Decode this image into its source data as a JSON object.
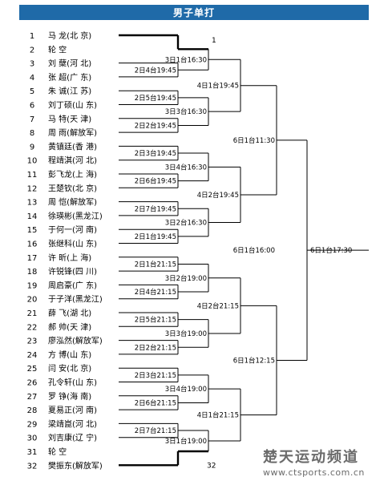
{
  "title": "男子单打",
  "players": [
    {
      "seed": "1",
      "name": "马  龙(北  京)"
    },
    {
      "seed": "2",
      "name": "轮  空"
    },
    {
      "seed": "3",
      "name": "刘  蘖(河  北)"
    },
    {
      "seed": "4",
      "name": "张  超(广  东)"
    },
    {
      "seed": "5",
      "name": "朱  诚(江  苏)"
    },
    {
      "seed": "6",
      "name": "刘丁硕(山  东)"
    },
    {
      "seed": "7",
      "name": "马  特(天  津)"
    },
    {
      "seed": "8",
      "name": "周  雨(解放军)"
    },
    {
      "seed": "9",
      "name": "黄镇廷(香  港)"
    },
    {
      "seed": "10",
      "name": "程靖淇(河  北)"
    },
    {
      "seed": "11",
      "name": "彭飞龙(上  海)"
    },
    {
      "seed": "12",
      "name": "王楚钦(北  京)"
    },
    {
      "seed": "13",
      "name": "周  恺(解放军)"
    },
    {
      "seed": "14",
      "name": "徐瑛彬(黑龙江)"
    },
    {
      "seed": "15",
      "name": "于何一(河  南)"
    },
    {
      "seed": "16",
      "name": "张继科(山  东)"
    },
    {
      "seed": "17",
      "name": "许  昕(上  海)"
    },
    {
      "seed": "18",
      "name": "许锐锋(四  川)"
    },
    {
      "seed": "19",
      "name": "周启豪(广  东)"
    },
    {
      "seed": "20",
      "name": "于子洋(黑龙江)"
    },
    {
      "seed": "21",
      "name": "薛  飞(湖  北)"
    },
    {
      "seed": "22",
      "name": "郝  帅(天  津)"
    },
    {
      "seed": "23",
      "name": "廖泓然(解放军)"
    },
    {
      "seed": "24",
      "name": "方  博(山  东)"
    },
    {
      "seed": "25",
      "name": "闫  安(北  京)"
    },
    {
      "seed": "26",
      "name": "孔令轩(山  东)"
    },
    {
      "seed": "27",
      "name": "罗  铮(海  南)"
    },
    {
      "seed": "28",
      "name": "夏易正(河  南)"
    },
    {
      "seed": "29",
      "name": "梁靖崑(河  北)"
    },
    {
      "seed": "30",
      "name": "刘吉康(辽  宁)"
    },
    {
      "seed": "31",
      "name": "轮  空"
    },
    {
      "seed": "32",
      "name": "樊振东(解放军)"
    }
  ],
  "bye_markers": [
    "1",
    "32"
  ],
  "round1": [
    "2日4台19:45",
    "2日5台19:45",
    "2日2台19:45",
    "2日3台19:45",
    "2日6台19:45",
    "2日7台19:45",
    "2日1台19:45",
    "2日1台21:15",
    "2日4台21:15",
    "2日5台21:15",
    "2日2台21:15",
    "2日3台21:15",
    "2日6台21:15",
    "2日7台21:15"
  ],
  "round2": [
    "3日1台16:30",
    "3日3台16:30",
    "3日4台16:30",
    "3日2台16:30",
    "3日2台19:00",
    "3日3台19:00",
    "3日4台19:00",
    "3日1台19:00"
  ],
  "round3": [
    "4日1台19:45",
    "4日2台19:45",
    "4日2台21:15",
    "4日1台21:15"
  ],
  "round4": [
    "6日1台11:30",
    "6日1台12:15"
  ],
  "semifinal": "6日1台16:00",
  "final": "6日1台17:30",
  "watermark": {
    "title": "楚天运动频道",
    "url": "www.ctsports.com.cn"
  },
  "colors": {
    "header": "#1f6aa8",
    "lines": "#000000",
    "watermark": "#6b6b6b"
  }
}
